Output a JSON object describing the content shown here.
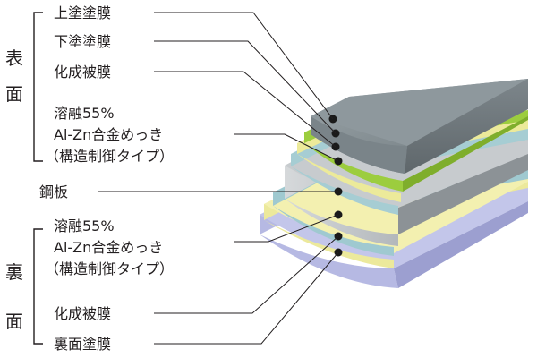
{
  "sides": {
    "front": [
      "表",
      "面"
    ],
    "back": [
      "裏",
      "面"
    ]
  },
  "labels": {
    "top_coat": "上塗塗膜",
    "primer": "下塗塗膜",
    "chem_film_front": "化成被膜",
    "plating_front": [
      "溶融55%",
      "Al-Zn合金めっき",
      "（構造制御タイプ）"
    ],
    "steel": "鋼板",
    "plating_back": [
      "溶融55%",
      "Al-Zn合金めっき",
      "（構造制御タイプ）"
    ],
    "chem_film_back": "化成被膜",
    "back_coat": "裏面塗膜"
  },
  "colors": {
    "top_coat": "#7f8a8f",
    "primer": "#9acb3c",
    "chem_film": "#e9e79a",
    "plating": "#9fc8cf",
    "steel": "#b3b8bc",
    "back_coat": "#b4b7e0"
  }
}
